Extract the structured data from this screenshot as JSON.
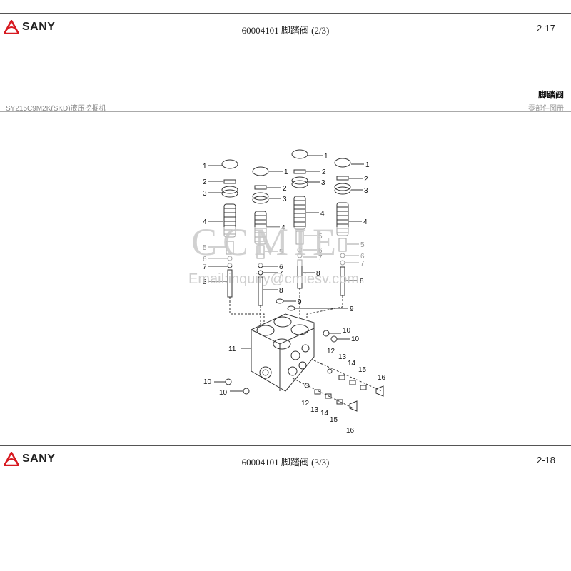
{
  "top_page": {
    "logo": "SANY",
    "header_title": "60004101 脚踏阀 (2/3)",
    "page_number": "2-17",
    "model": "SY215C9M2K(SKD)液压挖掘机",
    "section_title": "脚踏阀",
    "catalog": "零部件图册"
  },
  "bottom_page": {
    "logo": "SANY",
    "header_title": "60004101 脚踏阀 (3/3)",
    "page_number": "2-18"
  },
  "watermark": {
    "brand": "CCMIE",
    "email": "Email:inquiry@cmiesv.com"
  },
  "callouts": [
    {
      "id": "c1a",
      "label": "1"
    },
    {
      "id": "c2a",
      "label": "2"
    },
    {
      "id": "c3a",
      "label": "3"
    },
    {
      "id": "c4a",
      "label": "4"
    },
    {
      "id": "c5a",
      "label": "5"
    },
    {
      "id": "c6a",
      "label": "6"
    },
    {
      "id": "c7a",
      "label": "7"
    },
    {
      "id": "c8a",
      "label": "8"
    },
    {
      "id": "c1b",
      "label": "1"
    },
    {
      "id": "c2b",
      "label": "2"
    },
    {
      "id": "c3b",
      "label": "3"
    },
    {
      "id": "c4b",
      "label": "4"
    },
    {
      "id": "c5b",
      "label": "5"
    },
    {
      "id": "c6b",
      "label": "6"
    },
    {
      "id": "c7b",
      "label": "7"
    },
    {
      "id": "c8b",
      "label": "8"
    },
    {
      "id": "c1c",
      "label": "1"
    },
    {
      "id": "c2c",
      "label": "2"
    },
    {
      "id": "c3c",
      "label": "3"
    },
    {
      "id": "c4c",
      "label": "4"
    },
    {
      "id": "c5c",
      "label": "5"
    },
    {
      "id": "c6c",
      "label": "6"
    },
    {
      "id": "c7c",
      "label": "7"
    },
    {
      "id": "c8c",
      "label": "8"
    },
    {
      "id": "c1d",
      "label": "1"
    },
    {
      "id": "c2d",
      "label": "2"
    },
    {
      "id": "c3d",
      "label": "3"
    },
    {
      "id": "c4d",
      "label": "4"
    },
    {
      "id": "c5d",
      "label": "5"
    },
    {
      "id": "c6d",
      "label": "6"
    },
    {
      "id": "c7d",
      "label": "7"
    },
    {
      "id": "c8d",
      "label": "8"
    },
    {
      "id": "c9a",
      "label": "9"
    },
    {
      "id": "c9b",
      "label": "9"
    },
    {
      "id": "c10a",
      "label": "10"
    },
    {
      "id": "c10b",
      "label": "10"
    },
    {
      "id": "c10c",
      "label": "10"
    },
    {
      "id": "c10d",
      "label": "10"
    },
    {
      "id": "c11",
      "label": "11"
    },
    {
      "id": "c12a",
      "label": "12"
    },
    {
      "id": "c13a",
      "label": "13"
    },
    {
      "id": "c14a",
      "label": "14"
    },
    {
      "id": "c15a",
      "label": "15"
    },
    {
      "id": "c16a",
      "label": "16"
    },
    {
      "id": "c12b",
      "label": "12"
    },
    {
      "id": "c13b",
      "label": "13"
    },
    {
      "id": "c14b",
      "label": "14"
    },
    {
      "id": "c15b",
      "label": "15"
    },
    {
      "id": "c16b",
      "label": "16"
    }
  ]
}
